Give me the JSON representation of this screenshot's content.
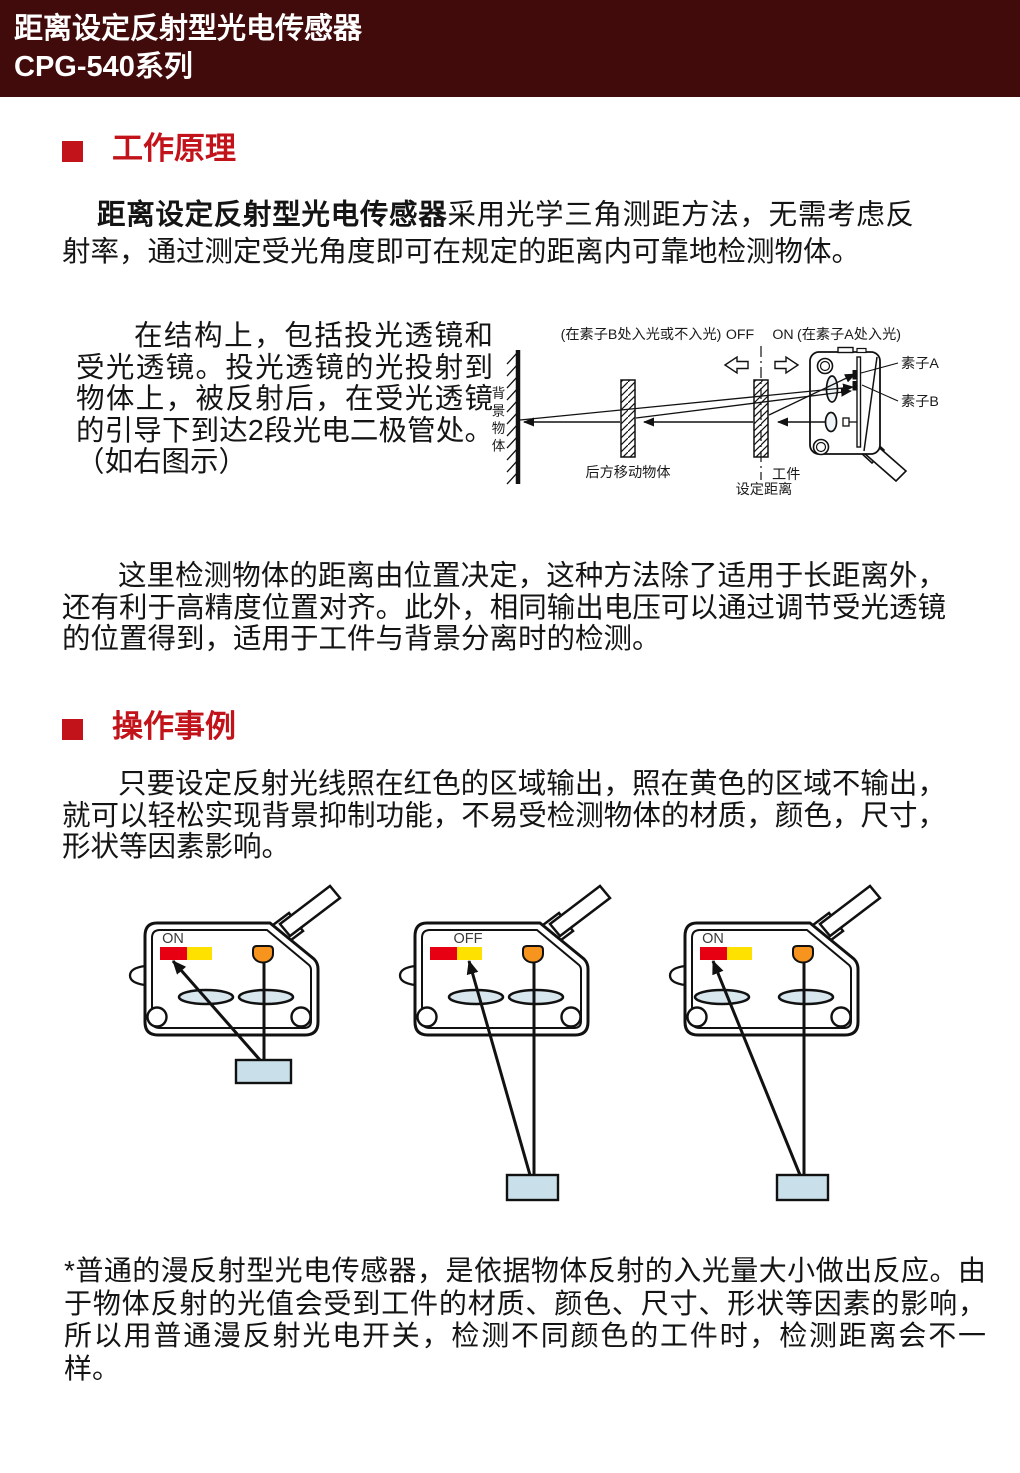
{
  "header": {
    "line1": "距离设定反射型光电传感器",
    "line2": "CPG-540系列",
    "bg_color": "#420B0B",
    "text_color": "#FFFFFF"
  },
  "accent": {
    "heading_red": "#C2121A"
  },
  "working_principle": {
    "heading": "工作原理",
    "para1_bold": "距离设定反射型光电传感器",
    "para1_rest": "采用光学三角测距方法，无需考虑反射率，通过测定受光角度即可在规定的距离内可靠地检测物体。",
    "para2": "在结构上，包括投光透镜和受光透镜。投光透镜的光投射到物体上，被反射后，在受光透镜的引导下到达2段光电二极管处。（如右图示）",
    "para3": "这里检测物体的距离由位置决定，这种方法除了适用于长距离外，还有利于高精度位置对齐。此外，相同输出电压可以通过调节受光透镜的位置得到，适用于工件与背景分离时的检测。",
    "diagram": {
      "label_b_zone": "(在素子B处入光或不入光)",
      "label_off": "OFF",
      "label_on": "ON",
      "label_a_zone": "(在素子A处入光)",
      "wall_label": "背景物体",
      "rear_object_label": "后方移动物体",
      "workpiece_label": "工件",
      "set_distance_label": "设定距离",
      "element_a_label": "素子A",
      "element_b_label": "素子B"
    }
  },
  "operation_example": {
    "heading": "操作事例",
    "para": "只要设定反射光线照在红色的区域输出，照在黄色的区域不输出，就可以轻松实现背景抑制功能，不易受检测物体的材质，颜色，尺寸，形状等因素影响。",
    "cases": [
      {
        "label": "ON",
        "hit": "red",
        "object_distance": "near",
        "lens_shift": false
      },
      {
        "label": "OFF",
        "hit": "yellow",
        "object_distance": "far",
        "lens_shift": false
      },
      {
        "label": "ON",
        "hit": "red",
        "object_distance": "far",
        "lens_shift": true
      }
    ],
    "colors": {
      "output_zone_red": "#E60012",
      "no_output_zone_yellow": "#FFE100",
      "led_orange": "#F7941E",
      "lens_blue": "#D8E6ED",
      "object_blue": "#C9DFE9"
    }
  },
  "footnote": "*普通的漫反射型光电传感器，是依据物体反射的入光量大小做出反应。由于物体反射的光值会受到工件的材质、颜色、尺寸、形状等因素的影响，所以用普通漫反射光电开关，检测不同颜色的工件时，检测距离会不一样。"
}
